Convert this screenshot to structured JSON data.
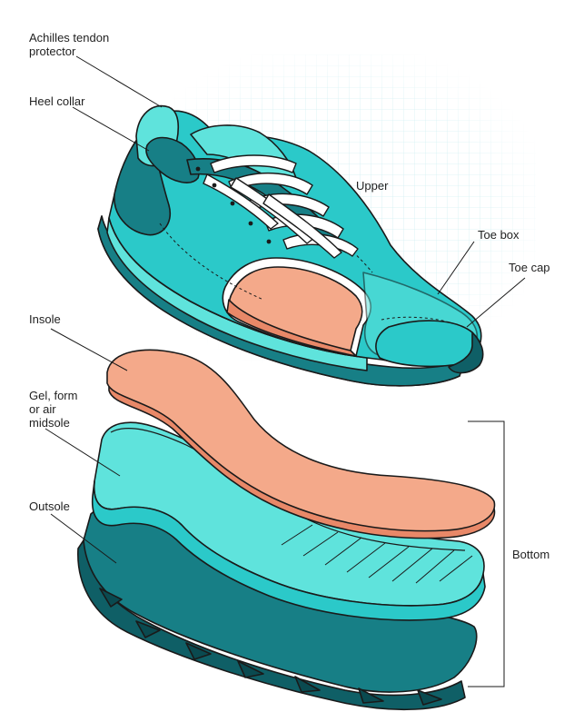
{
  "labels": {
    "achilles": "Achilles tendon\nprotector",
    "heel_collar": "Heel collar",
    "upper": "Upper",
    "toe_box": "Toe box",
    "toe_cap": "Toe cap",
    "insole": "Insole",
    "midsole": "Gel, form\nor air\nmidsole",
    "outsole": "Outsole",
    "bottom": "Bottom"
  },
  "colors": {
    "shoe_teal": "#2bc9c9",
    "shoe_light": "#5fe3dc",
    "shoe_dark": "#177f86",
    "shoe_darkest": "#0f5f66",
    "insole_salmon": "#f4a98a",
    "midsole_aqua": "#72f0e4",
    "grid": "#d7f1f4",
    "outline": "#1a1a1a"
  }
}
